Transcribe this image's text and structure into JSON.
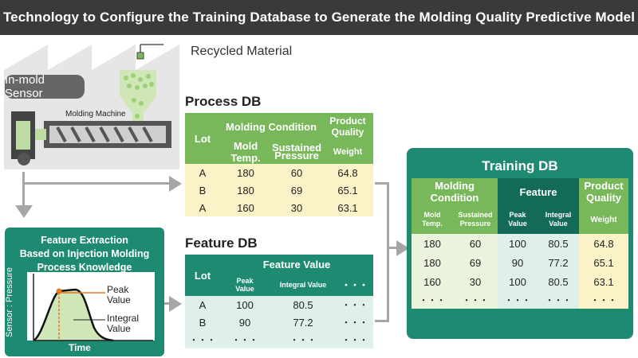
{
  "title": "Technology to Configure the Training Database to Generate the Molding Quality Predictive Model",
  "factory": {
    "recycled_material": "Recycled Material",
    "in_mold_sensor": "In-mold Sensor",
    "molding_machine": "Molding Machine"
  },
  "feature_extraction": {
    "line1": "Feature Extraction",
    "line2": "Based on Injection Molding",
    "line3": "Process Knowledge",
    "y_label": "Sensor : Pressure",
    "x_label": "Time",
    "peak_line1": "Peak",
    "peak_line2": "Value",
    "integral_line1": "Integral",
    "integral_line2": "Value"
  },
  "process_db": {
    "title": "Process DB",
    "lot": "Lot",
    "molding_condition": "Molding Condition",
    "product_quality_1": "Product",
    "product_quality_2": "Quality",
    "mold_temp": "Mold Temp.",
    "sustained_1": "Sustained",
    "sustained_2": "Pressure",
    "weight": "Weight",
    "rows": [
      [
        "A",
        "180",
        "60",
        "64.8"
      ],
      [
        "B",
        "180",
        "69",
        "65.1"
      ],
      [
        "A",
        "160",
        "30",
        "63.1"
      ]
    ]
  },
  "feature_db": {
    "title": "Feature DB",
    "lot": "Lot",
    "feature_value": "Feature Value",
    "peak_1": "Peak",
    "peak_2": "Value",
    "integral": "Integral Value",
    "dots": "・・・",
    "rows": [
      [
        "A",
        "100",
        "80.5",
        "・・・"
      ],
      [
        "B",
        "90",
        "77.2",
        "・・・"
      ],
      [
        "・・・",
        "・・・",
        "・・・",
        "・・・"
      ]
    ]
  },
  "training_db": {
    "title": "Training DB",
    "molding_1": "Molding",
    "molding_2": "Condition",
    "feature": "Feature",
    "product_1": "Product",
    "product_2": "Quality",
    "mold_1": "Mold",
    "mold_2": "Temp.",
    "sustained_1": "Sustained",
    "sustained_2": "Pressure",
    "peak_1": "Peak",
    "peak_2": "Value",
    "integral_1": "Integral",
    "integral_2": "Value",
    "weight": "Weight",
    "rows": [
      [
        "180",
        "60",
        "100",
        "80.5",
        "64.8"
      ],
      [
        "180",
        "69",
        "90",
        "77.2",
        "65.1"
      ],
      [
        "160",
        "30",
        "100",
        "80.5",
        "63.1"
      ],
      [
        "・・・",
        "・・・",
        "・・・",
        "・・・",
        "・・・"
      ]
    ]
  }
}
